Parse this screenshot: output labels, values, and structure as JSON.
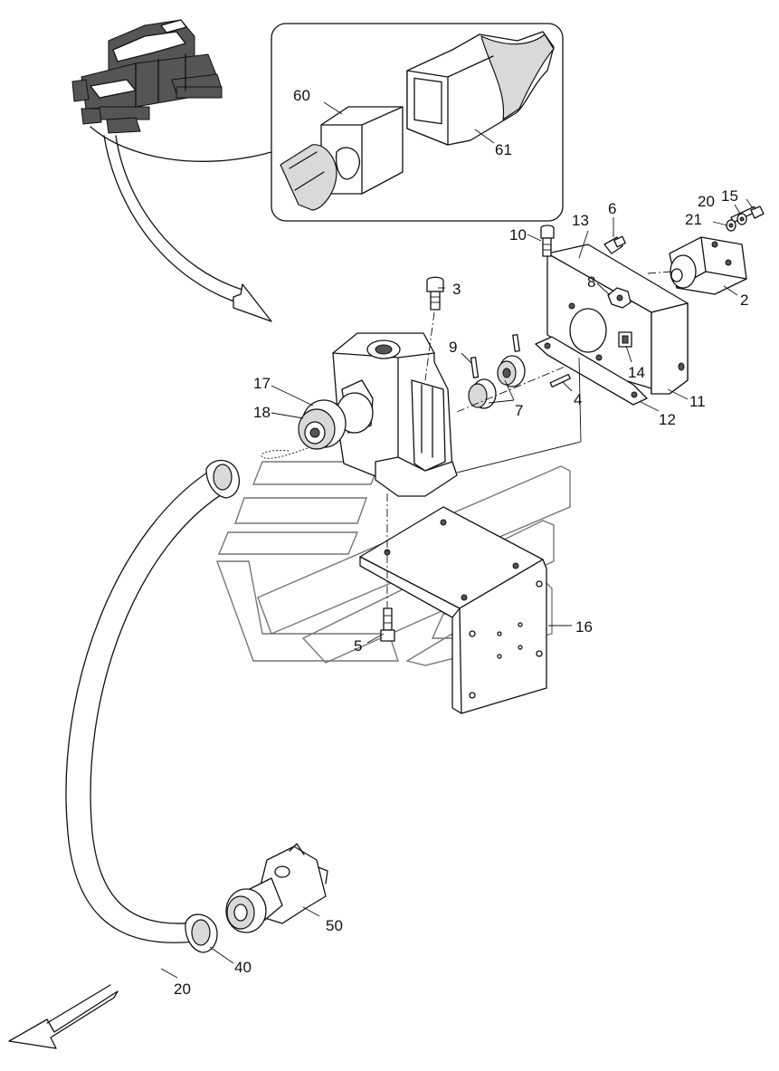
{
  "diagram": {
    "callouts": {
      "c2": "2",
      "c3": "3",
      "c4": "4",
      "c5": "5",
      "c6": "6",
      "c7": "7",
      "c8": "8",
      "c9": "9",
      "c10": "10",
      "c11": "11",
      "c12": "12",
      "c13": "13",
      "c14": "14",
      "c15": "15",
      "c16": "16",
      "c17": "17",
      "c18": "18",
      "c20a": "20",
      "c20b": "20",
      "c21": "21",
      "c40": "40",
      "c50": "50",
      "c60": "60",
      "c61": "61"
    }
  }
}
